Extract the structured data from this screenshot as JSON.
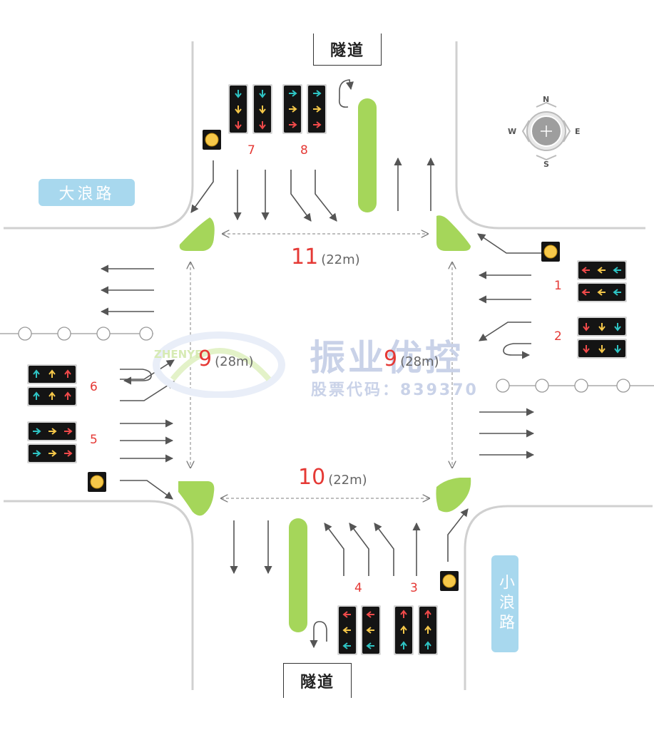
{
  "tunnel_north": "隧道",
  "tunnel_south": "隧道",
  "road_west": "大浪路",
  "road_south": "小浪路",
  "compass": {
    "n": "N",
    "s": "S",
    "e": "E",
    "w": "W"
  },
  "signal_groups": {
    "g1": "1",
    "g2": "2",
    "g3": "3",
    "g4": "4",
    "g5": "5",
    "g6": "6",
    "g7": "7",
    "g8": "8"
  },
  "crosswalks": {
    "north": {
      "id": "11",
      "length": "(22m)"
    },
    "west": {
      "id": "9",
      "length": "(28m)"
    },
    "east": {
      "id": "9",
      "length": "(28m)"
    },
    "south": {
      "id": "10",
      "length": "(22m)"
    }
  },
  "watermark": {
    "brand": "振业优控",
    "stock": "股票代码：839370",
    "logo_text": "ZHENYE"
  },
  "colors": {
    "road_edge": "#d0d0d0",
    "island": "#a5d65a",
    "arrow": "#555555",
    "label_bg": "#a8d8ee",
    "number_red": "#e53935",
    "sig_red": "#f04a4a",
    "sig_yellow": "#f6c84a",
    "sig_cyan": "#2ec4c4"
  }
}
